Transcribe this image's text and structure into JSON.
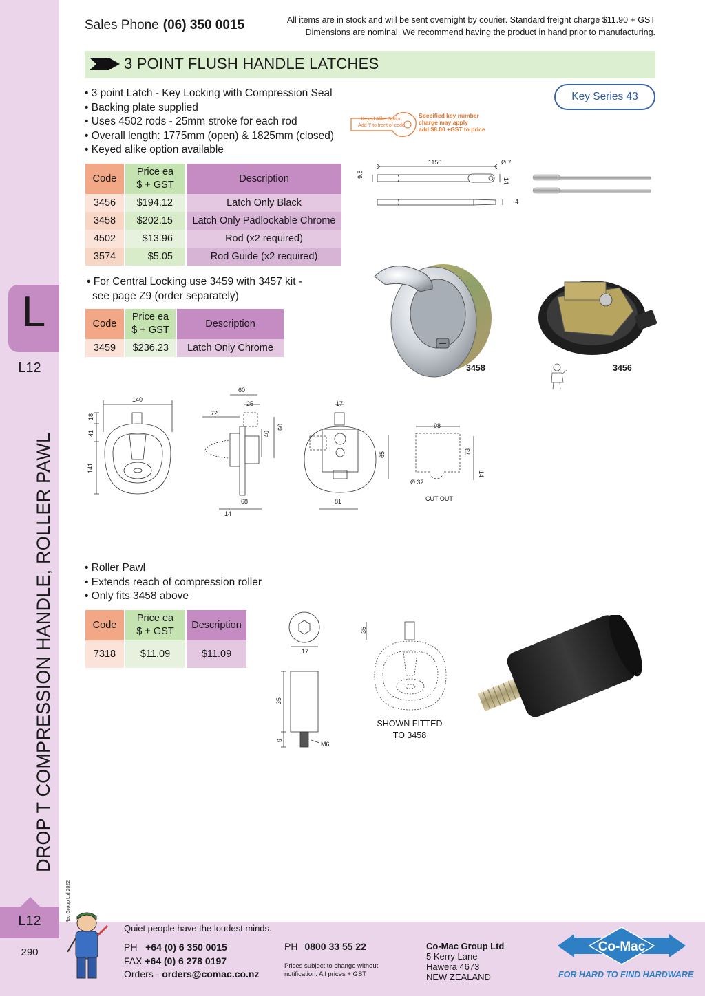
{
  "header": {
    "sales_label": "Sales Phone",
    "sales_phone": "(06) 350 0015",
    "notice_line1": "All items are in stock and will be sent overnight by courier. Standard freight charge $11.90 + GST",
    "notice_line2": "Dimensions are nominal. We recommend having the product in hand prior to manufacturing."
  },
  "sidebar": {
    "letter": "L",
    "section_code": "L12",
    "vertical_title": "DROP T COMPRESSION HANDLE, ROLLER PAWL",
    "copyright": "© Co-Mac Group Ltd 2022",
    "bottom_code": "L12",
    "page_number": "290"
  },
  "section": {
    "title": "3 POINT FLUSH HANDLE LATCHES",
    "key_series": "Key Series 43",
    "bullets": [
      "3 point Latch - Key Locking with Compression Seal",
      "Backing plate supplied",
      "Uses 4502 rods - 25mm stroke for each rod",
      "Overall length: 1775mm (open) & 1825mm (closed)",
      "Keyed alike option available"
    ],
    "keyed_option_left": "Keyed Alike Option Add 'I' to front of code",
    "keyed_option_right": [
      "Specified key number",
      "charge may apply",
      "add $8.00 +GST to price"
    ]
  },
  "table1": {
    "headers": [
      "Code",
      "Price ea",
      "$ + GST",
      "Description"
    ],
    "rows": [
      {
        "code": "3456",
        "price": "$194.12",
        "description": "Latch Only Black"
      },
      {
        "code": "3458",
        "price": "$202.15",
        "description": "Latch Only Padlockable Chrome"
      },
      {
        "code": "4502",
        "price": "$13.96",
        "description": "Rod (x2 required)"
      },
      {
        "code": "3574",
        "price": "$5.05",
        "description": "Rod Guide (x2 required)"
      }
    ]
  },
  "central_note": {
    "line1": "• For Central Locking use 3459 with 3457 kit -",
    "line2": "see page Z9 (order separately)"
  },
  "table2": {
    "headers": [
      "Code",
      "Price ea",
      "$ + GST",
      "Description"
    ],
    "rows": [
      {
        "code": "3459",
        "price": "$236.23",
        "description": "Latch Only Chrome"
      }
    ]
  },
  "rod_drawing": {
    "length": "1150",
    "dia": "Ø 7",
    "width": "14",
    "height": "9.5",
    "thickness": "4"
  },
  "product_labels": {
    "p1": "3458",
    "p2": "3456"
  },
  "dims": {
    "front_width": "140",
    "top": "18",
    "upper": "41",
    "height": "141",
    "side_top": "60",
    "side_25": "25",
    "side_72": "72",
    "side_40": "40",
    "side_60b": "60",
    "side_68": "68",
    "side_14": "14",
    "back_17": "17",
    "back_65": "65",
    "back_81": "81",
    "cut_98": "98",
    "cut_73": "73",
    "cut_14": "14",
    "cut_dia": "Ø 32",
    "cut_label": "CUT OUT"
  },
  "roller": {
    "bullets": [
      "Roller Pawl",
      "Extends reach of compression roller",
      "Only fits 3458 above"
    ],
    "dia": "17",
    "len": "35",
    "thread_len": "9",
    "thread": "M6",
    "fitted_35": "35",
    "caption_line1": "SHOWN FITTED",
    "caption_line2": "TO 3458"
  },
  "table3": {
    "headers": [
      "Code",
      "Price ea",
      "$ + GST",
      "Description"
    ],
    "rows": [
      {
        "code": "7318",
        "price": "$11.09",
        "description": "$11.09"
      }
    ]
  },
  "footer": {
    "quote": "Quiet people have the loudest minds.",
    "ph_label": "PH",
    "ph": "+64 (0) 6 350 0015",
    "fax_label": "FAX",
    "fax": "+64 (0) 6 278 0197",
    "orders_label": "Orders -",
    "orders": "orders@comac.co.nz",
    "ph2_label": "PH",
    "ph2": "0800 33 55 22",
    "note_line1": "Prices subject to change without",
    "note_line2": "notification. All prices + GST",
    "company": "Co-Mac Group Ltd",
    "addr1": "5 Kerry Lane",
    "addr2": "Hawera 4673",
    "addr3": "NEW ZEALAND",
    "logo_text": "Co-Mac",
    "tagline": "FOR HARD TO FIND HARDWARE"
  },
  "colors": {
    "sidebar": "#ead5ea",
    "tab": "#c48cc2",
    "title_bar": "#dcefd0",
    "code_header": "#f2a887",
    "price_header": "#c4e3b0",
    "desc_header": "#c48cc2",
    "accent_blue": "#2e5ca6",
    "key_orange": "#e8742e"
  }
}
